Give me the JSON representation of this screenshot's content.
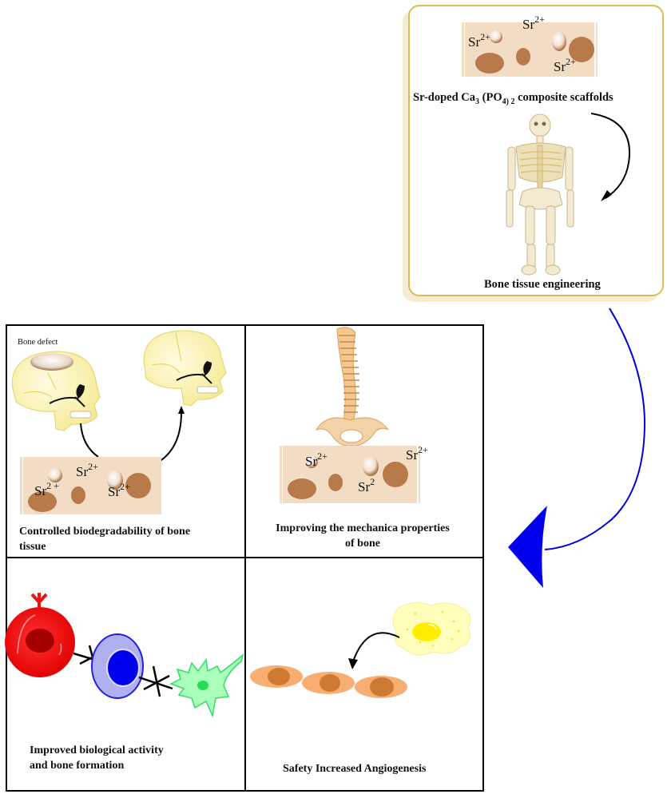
{
  "top_panel": {
    "scaffold_ions": [
      "Sr",
      "Sr",
      "Sr"
    ],
    "ion_charge": "2+",
    "scaffold_caption_prefix": "Sr-doped Ca",
    "scaffold_caption_sub3": "3",
    "scaffold_caption_mid": " (PO",
    "scaffold_caption_sub4": "4)",
    "scaffold_caption_sub2": " 2",
    "scaffold_caption_suffix": " composite scaffolds",
    "skeleton_caption": "Bone tissue engineering"
  },
  "panels": [
    {
      "id": "biodegradability",
      "label_small": "Bone defect",
      "ions": [
        "Sr",
        "Sr",
        "Sr"
      ],
      "charges": [
        "2+",
        "2 +",
        "2+"
      ],
      "caption_line1": "Controlled biodegradability of bone",
      "caption_line2": "tissue"
    },
    {
      "id": "mechanical",
      "ions": [
        "Sr",
        "Sr",
        "Sr"
      ],
      "charges": [
        "2+",
        "2",
        "2+"
      ],
      "caption_line1": "Improving the mechanica properties",
      "caption_line2": "of bone"
    },
    {
      "id": "biological",
      "caption_line1": "Improved biological activity",
      "caption_line2": "and bone formation"
    },
    {
      "id": "angiogenesis",
      "caption_line1": "Safety Increased Angiogenesis"
    }
  ],
  "colors": {
    "box_border": "#d9bd55",
    "scaffold": "#f2dcc4",
    "particle": "#b87a4b",
    "arrow_blue": "#0000ee",
    "red_cell": "#ee1111",
    "blue_cell": "#b0b0f0",
    "green_cell": "#77ee99",
    "endothelial": "#f7ae70",
    "yellow_cell": "#ffff99"
  }
}
